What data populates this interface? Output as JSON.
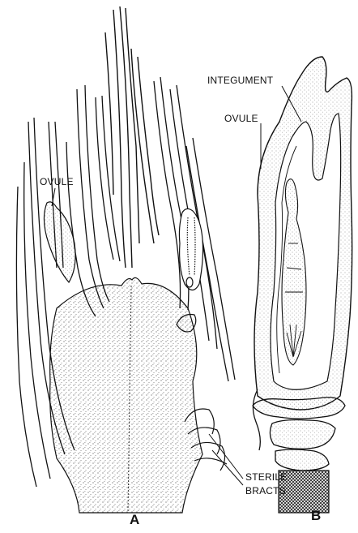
{
  "figure": {
    "panel_a": {
      "panel_letter": "A",
      "labels": {
        "ovule": "OVULE",
        "sterile_line1": "STERILE",
        "sterile_line2": "BRACTS"
      }
    },
    "panel_b": {
      "panel_letter": "B",
      "labels": {
        "integument": "INTEGUMENT",
        "ovule": "OVULE"
      }
    }
  },
  "colors": {
    "ink": "#111111",
    "background": "#ffffff",
    "stipple": "#6b6b6b"
  }
}
